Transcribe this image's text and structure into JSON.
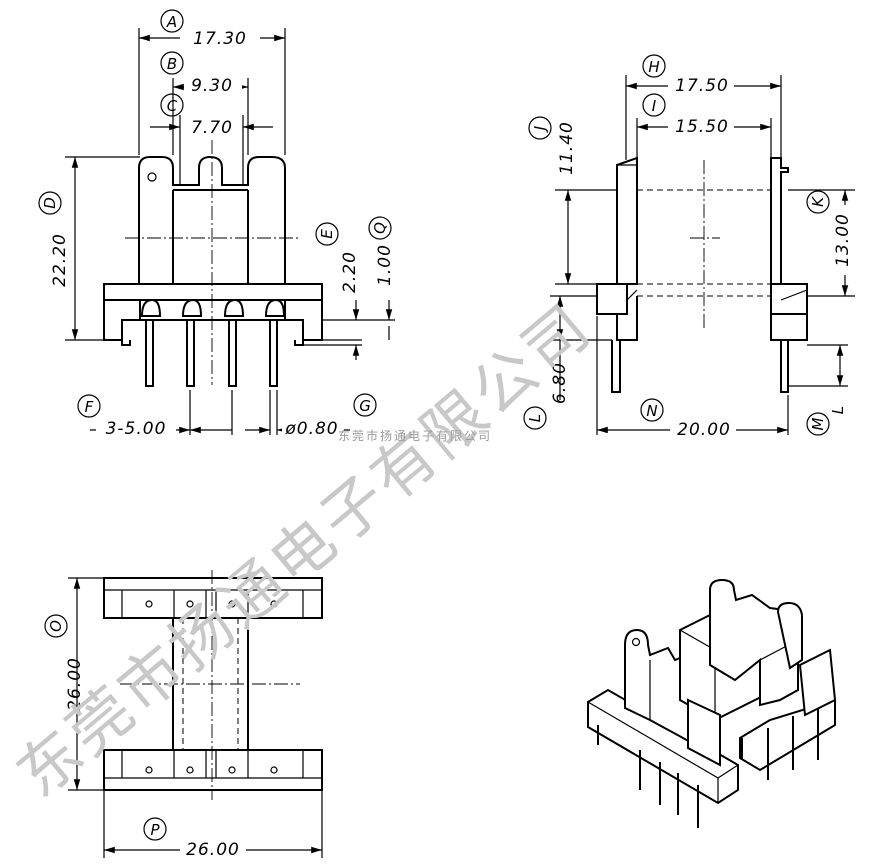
{
  "watermark": {
    "large": "东莞市扬通电子有限公司",
    "small": "东莞市扬通电子有限公司"
  },
  "front_view": {
    "A": {
      "label": "A",
      "value": "17.30"
    },
    "B": {
      "label": "B",
      "value": "9.30"
    },
    "C": {
      "label": "C",
      "value": "7.70"
    },
    "D": {
      "label": "D",
      "value": "22.20"
    },
    "E": {
      "label": "E",
      "value": "2.20"
    },
    "Q": {
      "label": "Q",
      "value": "1.00"
    },
    "F": {
      "label": "F",
      "value": "3-5.00"
    },
    "G": {
      "label": "G",
      "value": "ø0.80"
    }
  },
  "side_view": {
    "H": {
      "label": "H",
      "value": "17.50"
    },
    "I": {
      "label": "I",
      "value": "15.50"
    },
    "J": {
      "label": "J",
      "value": "11.40"
    },
    "K": {
      "label": "K",
      "value": "13.00"
    },
    "L": {
      "label": "L",
      "value": "6.80"
    },
    "N": {
      "label": "N",
      "value": "20.00"
    },
    "M": {
      "label": "M",
      "value": "L"
    }
  },
  "bottom_view": {
    "O": {
      "label": "O",
      "value": "26.00"
    },
    "P": {
      "label": "P",
      "value": "26.00"
    }
  }
}
